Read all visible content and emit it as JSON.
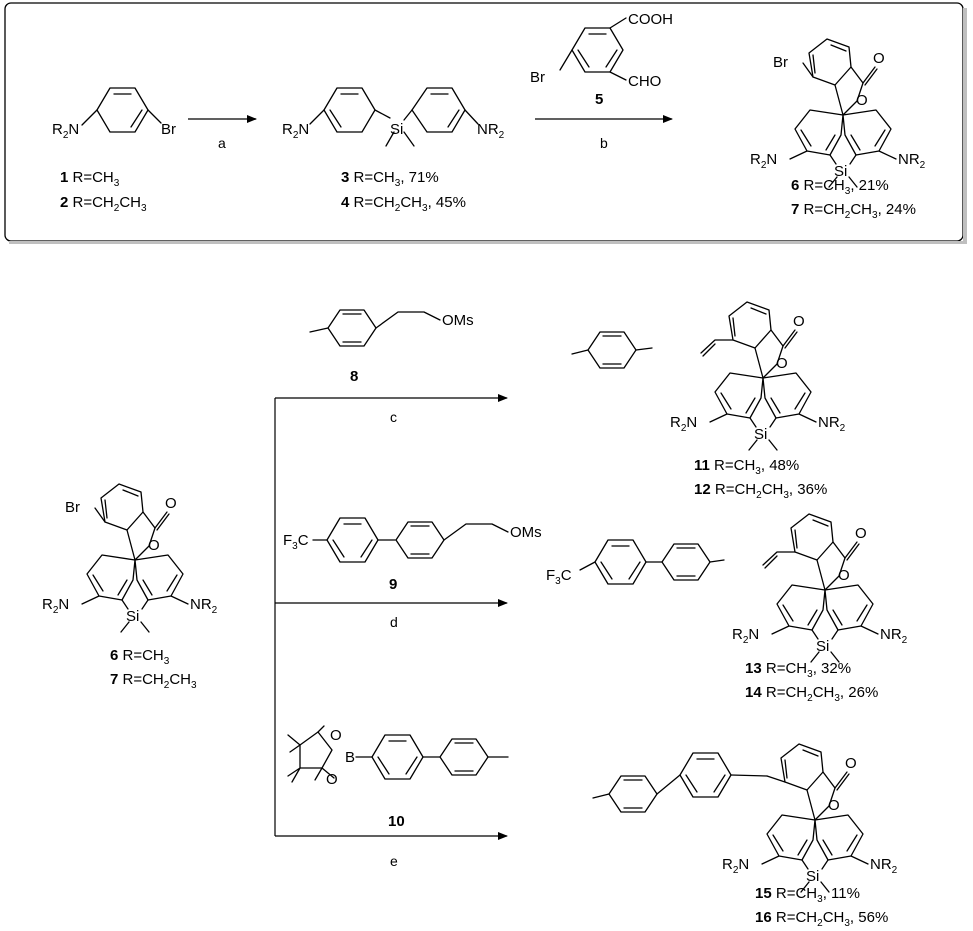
{
  "atoms": {
    "br": "Br",
    "r2n": "R",
    "nr": "NR",
    "two": "2",
    "si": "Si",
    "o": "O",
    "n": "N",
    "cooh": "COOH",
    "cho": "CHO",
    "oms": "OMs",
    "f3c": "F",
    "three": "3",
    "b": "B"
  },
  "reagents": {
    "five": "5",
    "eight": "8",
    "nine": "9",
    "ten": "10"
  },
  "conditions": {
    "a": "a",
    "b": "b",
    "c": "c",
    "d": "d",
    "e": "e"
  },
  "compounds": {
    "c1": {
      "num": "1",
      "text": " R=CH",
      "sub": "3",
      "tail": ""
    },
    "c2": {
      "num": "2",
      "text": " R=CH",
      "sub": "2",
      "mid": "CH",
      "sub2": "3",
      "tail": ""
    },
    "c3": {
      "num": "3",
      "text": " R=CH",
      "sub": "3",
      "tail": ", 71%"
    },
    "c4": {
      "num": "4",
      "text": " R=CH",
      "sub": "2",
      "mid": "CH",
      "sub2": "3",
      "tail": ", 45%"
    },
    "c6": {
      "num": "6",
      "text": " R=CH",
      "sub": "3",
      "tail": ", 21%"
    },
    "c7": {
      "num": "7",
      "text": " R=CH",
      "sub": "2",
      "mid": "CH",
      "sub2": "3",
      "tail": ", 24%"
    },
    "c6b": {
      "num": "6",
      "text": " R=CH",
      "sub": "3",
      "tail": ""
    },
    "c7b": {
      "num": "7",
      "text": " R=CH",
      "sub": "2",
      "mid": "CH",
      "sub2": "3",
      "tail": ""
    },
    "c11": {
      "num": "11",
      "text": " R=CH",
      "sub": "3",
      "tail": ", 48%"
    },
    "c12": {
      "num": "12",
      "text": " R=CH",
      "sub": "2",
      "mid": "CH",
      "sub2": "3",
      "tail": ", 36%"
    },
    "c13": {
      "num": "13",
      "text": " R=CH",
      "sub": "3",
      "tail": ", 32%"
    },
    "c14": {
      "num": "14",
      "text": " R=CH",
      "sub": "2",
      "mid": "CH",
      "sub2": "3",
      "tail": ", 26%"
    },
    "c15": {
      "num": "15",
      "text": " R=CH",
      "sub": "3",
      "tail": ", 11%"
    },
    "c16": {
      "num": "16",
      "text": " R=CH",
      "sub": "2",
      "mid": "CH",
      "sub2": "3",
      "tail": ", 56%"
    }
  }
}
